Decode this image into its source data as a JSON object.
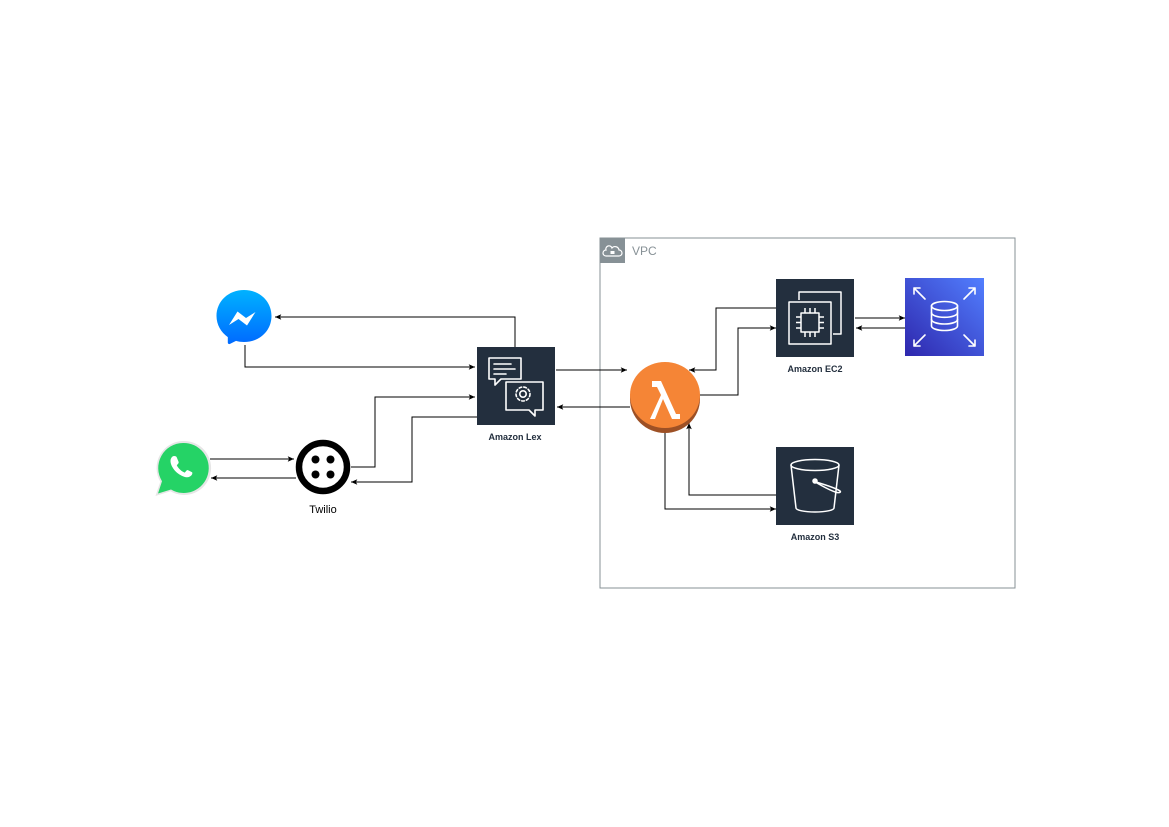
{
  "vpc": {
    "label": "VPC"
  },
  "nodes": {
    "messenger": {
      "icon": "messenger-icon"
    },
    "whatsapp": {
      "icon": "whatsapp-icon"
    },
    "twilio": {
      "label": "Twilio",
      "icon": "twilio-icon"
    },
    "lex": {
      "label": "Amazon Lex",
      "icon": "chat-bot-icon",
      "color": "#232f3e"
    },
    "lambda": {
      "icon": "lambda-icon",
      "color": "#f58536"
    },
    "ec2": {
      "label": "Amazon EC2",
      "icon": "cpu-chip-icon",
      "color": "#232f3e"
    },
    "rds": {
      "icon": "database-icon",
      "color": "#3b48cc"
    },
    "s3": {
      "label": "Amazon S3",
      "icon": "bucket-icon",
      "color": "#232f3e"
    }
  },
  "colors": {
    "vpc_border": "#879196",
    "edge": "#000000"
  }
}
